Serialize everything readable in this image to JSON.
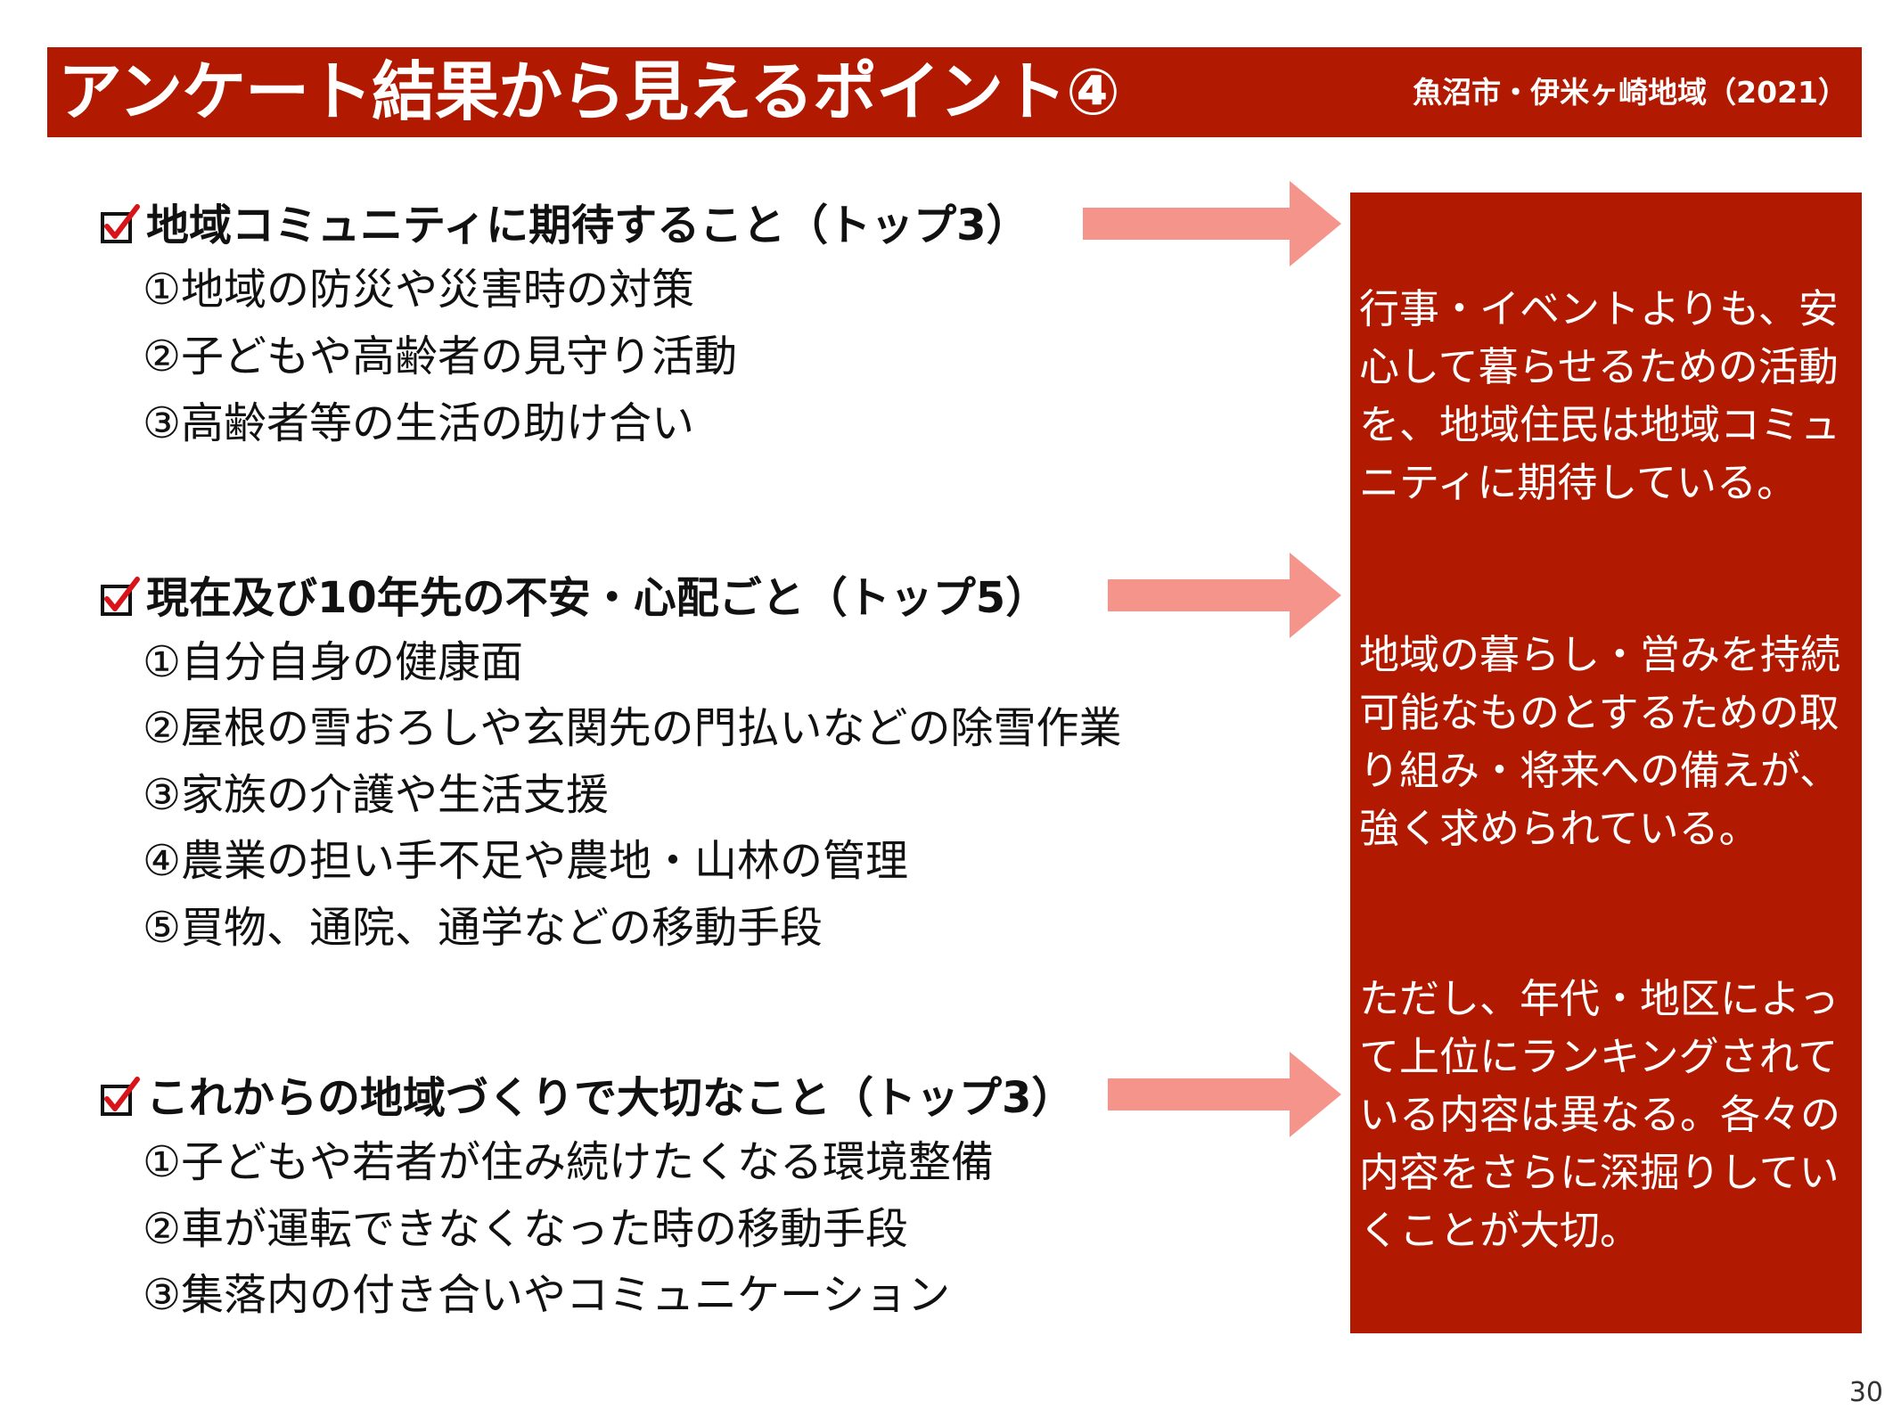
{
  "header": {
    "title": "アンケート結果から見えるポイント④",
    "subtitle": "魚沼市・伊米ヶ崎地域（2021）"
  },
  "sections": [
    {
      "heading": "地域コミュニティに期待すること（トップ3）",
      "items": [
        "①地域の防災や災害時の対策",
        "②子どもや高齢者の見守り活動",
        "③高齢者等の生活の助け合い"
      ]
    },
    {
      "heading": "現在及び10年先の不安・心配ごと（トップ5）",
      "items": [
        "①自分自身の健康面",
        "②屋根の雪おろしや玄関先の門払いなどの除雪作業",
        "③家族の介護や生活支援",
        "④農業の担い手不足や農地・山林の管理",
        "⑤買物、通院、通学などの移動手段"
      ]
    },
    {
      "heading": "これからの地域づくりで大切なこと（トップ3）",
      "items": [
        "①子どもや若者が住み続けたくなる環境整備",
        "②車が運転できなくなった時の移動手段",
        "③集落内の付き合いやコミュニケーション"
      ]
    }
  ],
  "notes": [
    [
      "行事・イベントよりも、安",
      "心して暮らせるための活動",
      "を、地域住民は地域コミュ",
      "ニティに期待している。"
    ],
    [
      "地域の暮らし・営みを持続",
      "可能なものとするための取",
      "り組み・将来への備えが、",
      "強く求められている。"
    ],
    [
      "ただし、年代・地区によっ",
      "て上位にランキングされて",
      "いる内容は異なる。各々の",
      "内容をさらに深掘りしてい",
      "くことが大切。"
    ]
  ],
  "page_number": "30",
  "colors": {
    "accent": "#b11a00",
    "arrow": "#f4948a",
    "check": "#d8141a"
  },
  "icons": {
    "checkbox": "checkbox-checked-icon",
    "arrow": "right-arrow-icon"
  }
}
